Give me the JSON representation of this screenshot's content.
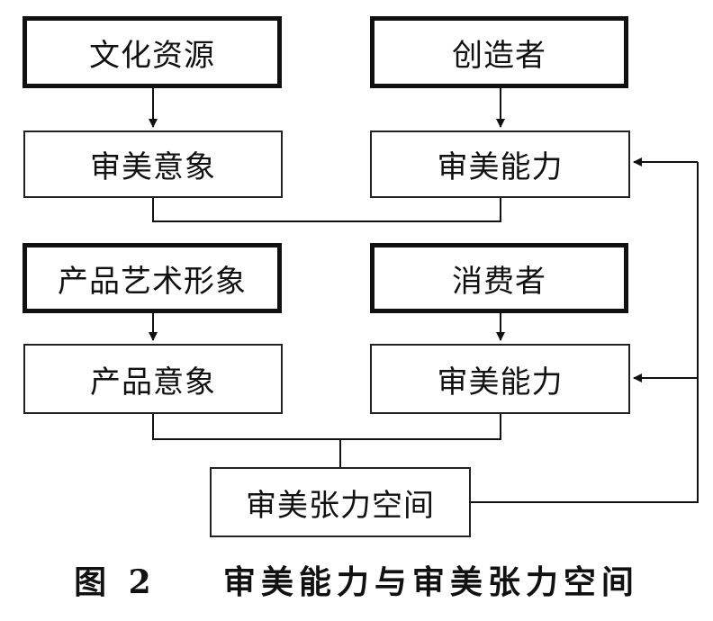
{
  "boxes": {
    "cultural_resources": "文化资源",
    "creator": "创造者",
    "aesthetic_imagery": "审美意象",
    "creator_aesthetic_ability": "审美能力",
    "product_art_image": "产品艺术形象",
    "consumer": "消费者",
    "product_imagery": "产品意象",
    "consumer_aesthetic_ability": "审美能力",
    "aesthetic_tension_space": "审美张力空间"
  },
  "caption": {
    "label": "图 2",
    "title": "审美能力与审美张力空间"
  }
}
